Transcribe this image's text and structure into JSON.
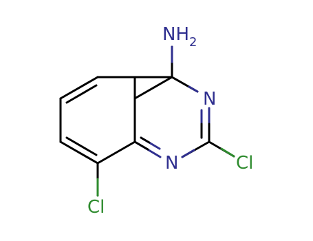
{
  "molecule": {
    "atoms": [
      {
        "id": "n_amine",
        "symbol": "NH",
        "subscript": "2",
        "element": "N",
        "color": "#2f2f8f"
      },
      {
        "id": "n3",
        "symbol": "N",
        "subscript": "",
        "element": "N",
        "color": "#2f2f8f"
      },
      {
        "id": "n1",
        "symbol": "N",
        "subscript": "",
        "element": "N",
        "color": "#2f2f8f"
      },
      {
        "id": "cl2",
        "symbol": "Cl",
        "subscript": "",
        "element": "Cl",
        "color": "#2e8b2e"
      },
      {
        "id": "cl8",
        "symbol": "Cl",
        "subscript": "",
        "element": "Cl",
        "color": "#2e8b2e"
      }
    ],
    "bond_color": "#000000"
  }
}
